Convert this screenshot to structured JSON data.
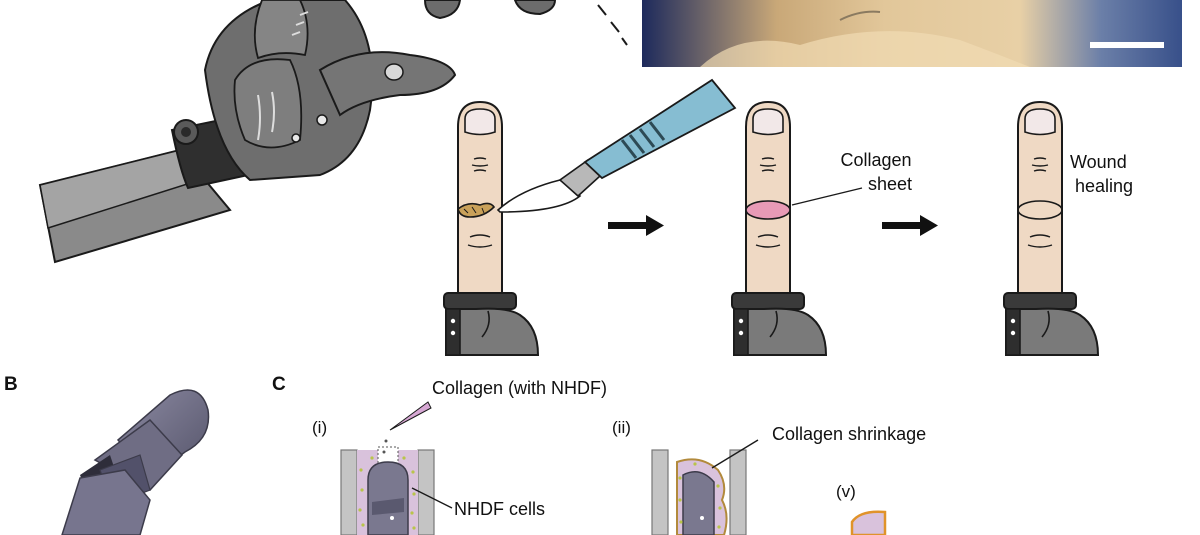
{
  "panels": {
    "b": {
      "letter": "B"
    },
    "c": {
      "letter": "C",
      "steps": {
        "i": "(i)",
        "ii": "(ii)",
        "v": "(v)"
      },
      "labels": {
        "collagen_nhdf": "Collagen (with NHDF)",
        "nhdf_cells": "NHDF cells",
        "collagen_shrinkage": "Collagen shrinkage"
      }
    }
  },
  "finger_sequence": {
    "collagen_sheet_line1": "Collagen",
    "collagen_sheet_line2": "sheet",
    "wound_healing_line1": "Wound",
    "wound_healing_line2": "healing"
  },
  "colors": {
    "robot_gray": "#7a7a7a",
    "robot_dark": "#3a3a3a",
    "skin": "#efd9c4",
    "collagen_pink": "#e89ab6",
    "scalpel_blue": "#86bdd2",
    "cad_purple": "#7a788f",
    "gel_lilac": "#d9c2dc",
    "cell_green": "#b9c44a",
    "photo_navy": "#2a3868"
  }
}
